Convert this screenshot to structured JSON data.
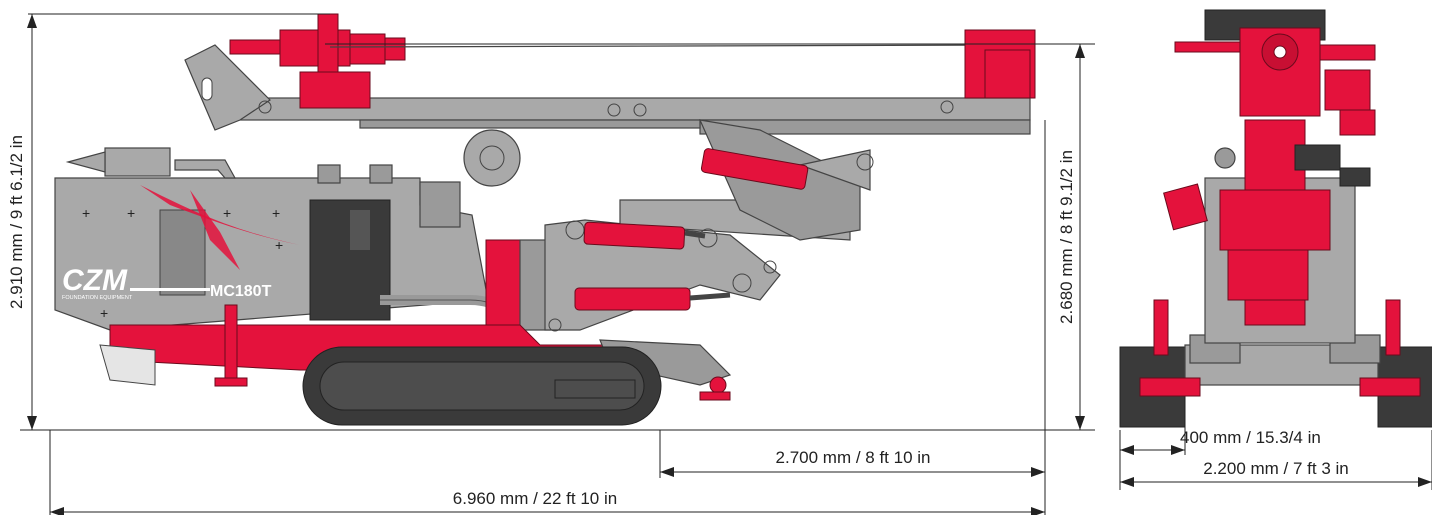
{
  "logo": {
    "brand": "CZM",
    "tagline": "FOUNDATION EQUIPMENT",
    "model": "MC180T"
  },
  "dimensions": {
    "overall_height": "2.910 mm / 9 ft 6.1/2 in",
    "mast_height": "2.680 mm / 8 ft 9.1/2 in",
    "track_length": "2.700 mm / 8 ft 10 in",
    "overall_length": "6.960 mm / 22 ft 10 in",
    "track_width": "400 mm / 15.3/4 in",
    "overall_width": "2.200 mm / 7 ft 3 in"
  },
  "colors": {
    "machine_red": "#e4123c",
    "machine_grey": "#a9a9a9",
    "track_dark": "#3a3a3a"
  }
}
